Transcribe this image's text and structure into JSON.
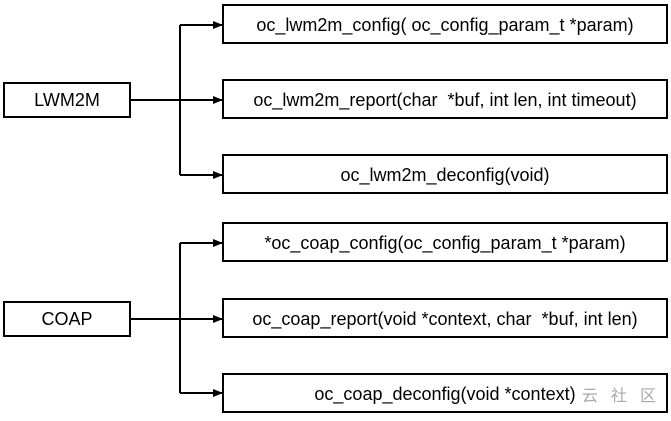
{
  "groups": [
    {
      "source": {
        "label": "LWM2M"
      },
      "targets": [
        {
          "label": "oc_lwm2m_config( oc_config_param_t *param)"
        },
        {
          "label": "oc_lwm2m_report(char  *buf, int len, int timeout)"
        },
        {
          "label": "oc_lwm2m_deconfig(void)"
        }
      ]
    },
    {
      "source": {
        "label": "COAP"
      },
      "targets": [
        {
          "label": "*oc_coap_config(oc_config_param_t *param)"
        },
        {
          "label": "oc_coap_report(void *context, char  *buf, int len)"
        },
        {
          "label": "oc_coap_deconfig(void *context)"
        }
      ]
    }
  ],
  "watermark": {
    "text": "云 社 区"
  },
  "colors": {
    "stroke": "#000000",
    "background": "#ffffff",
    "watermark": "#a8a8a8"
  }
}
